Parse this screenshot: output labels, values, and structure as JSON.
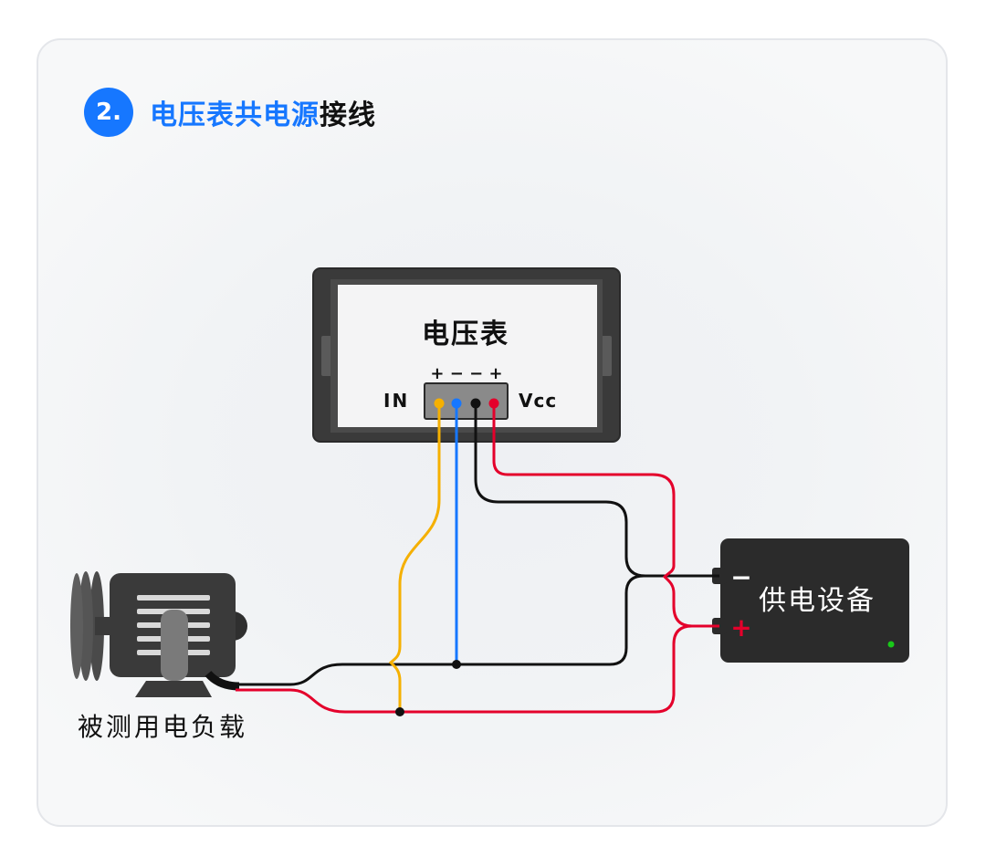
{
  "header": {
    "step": "2.",
    "title_highlight": "电压表共电源",
    "title_rest": "接线"
  },
  "meter": {
    "title": "电压表",
    "terminal_signs": "+ − − +",
    "label_left": "IN",
    "label_right": "Vcc"
  },
  "supply": {
    "label": "供电设备",
    "minus": "−",
    "plus": "+"
  },
  "load": {
    "label": "被测用电负载"
  },
  "colors": {
    "accent": "#1677ff",
    "wire_yellow": "#f5b000",
    "wire_blue": "#1677ff",
    "wire_black": "#111111",
    "wire_red": "#e4002b",
    "device_dark": "#2b2b2b"
  }
}
